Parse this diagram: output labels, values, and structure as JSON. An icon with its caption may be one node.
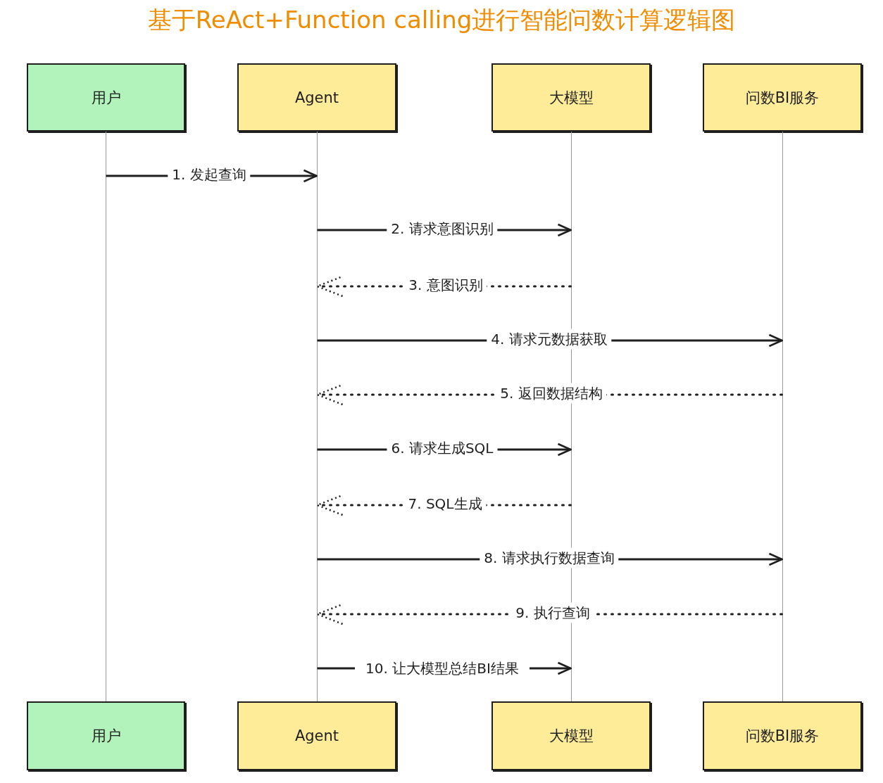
{
  "diagram": {
    "title": "基于ReAct+Function calling进行智能问数计算逻辑图",
    "nodes": [
      {
        "text": [
          "用户"
        ]
      },
      {
        "text": [
          "Agent"
        ]
      },
      {
        "text": [
          "大模型"
        ]
      },
      {
        "text": [
          "问数BI服务"
        ]
      },
      {
        "text": [
          "用户"
        ]
      },
      {
        "text": [
          "Agent"
        ]
      },
      {
        "text": [
          "大模型"
        ]
      },
      {
        "text": [
          "问数BI服务"
        ]
      },
      {
        "text": [],
        "shape": "line"
      },
      {
        "text": [],
        "shape": "line"
      },
      {
        "text": [],
        "shape": "line"
      },
      {
        "text": [],
        "shape": "line"
      }
    ],
    "edges": [
      {
        "from": 8,
        "to": 9,
        "arrow": "to",
        "label": "1. 发起查询"
      },
      {
        "from": 9,
        "to": 10,
        "arrow": "to",
        "label": "2. 请求意图识别"
      },
      {
        "from": 10,
        "to": 9,
        "arrow": "to",
        "label": "3. 意图识别",
        "style": "dashed"
      },
      {
        "from": 9,
        "to": 11,
        "arrow": "to",
        "label": "4. 请求元数据获取"
      },
      {
        "from": 11,
        "to": 9,
        "arrow": "to",
        "label": "5. 返回数据结构",
        "style": "dashed"
      },
      {
        "from": 9,
        "to": 10,
        "arrow": "to",
        "label": "6. 请求生成SQL"
      },
      {
        "from": 10,
        "to": 9,
        "arrow": "to",
        "label": "7. SQL生成",
        "style": "dashed"
      },
      {
        "from": 9,
        "to": 11,
        "arrow": "to",
        "label": "8. 请求执行数据查询"
      },
      {
        "from": 11,
        "to": 9,
        "arrow": "to",
        "label": "9. 执行查询",
        "style": "dashed"
      },
      {
        "from": 9,
        "to": 10,
        "arrow": "to",
        "label": "10. 让大模型总结BI结果"
      }
    ]
  }
}
